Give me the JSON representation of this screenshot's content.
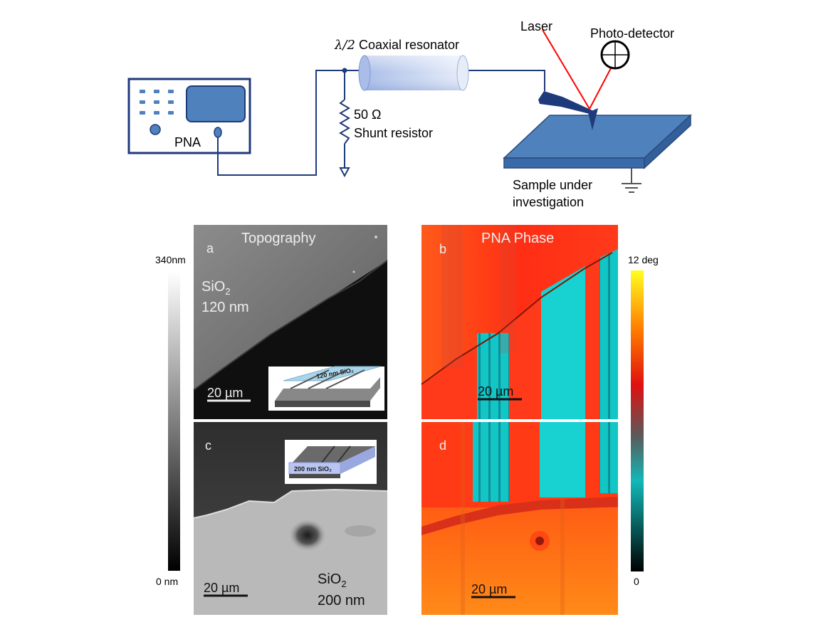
{
  "schematic": {
    "pna_label": "PNA",
    "resonator_prefix": "λ/2",
    "resonator_label": "Coaxial resonator",
    "resistor_value": "50 Ω",
    "resistor_label": "Shunt resistor",
    "laser_label": "Laser",
    "detector_label": "Photo-detector",
    "sample_line1": "Sample under",
    "sample_line2": "investigation"
  },
  "panels": {
    "topography_title": "Topography",
    "phase_title": "PNA Phase",
    "a": {
      "letter": "a",
      "material": "SiO",
      "subscript": "2",
      "thickness": "120 nm",
      "scalebar": "20 µm",
      "inset_label": "120 nm SiO₂"
    },
    "b": {
      "letter": "b",
      "scalebar": "20 µm"
    },
    "c": {
      "letter": "c",
      "material": "SiO",
      "subscript": "2",
      "thickness": "200 nm",
      "scalebar": "20 µm",
      "inset_label": "200 nm SiO₂"
    },
    "d": {
      "letter": "d",
      "scalebar": "20 µm"
    }
  },
  "colorbars": {
    "height": {
      "max_label": "340nm",
      "min_label": "0 nm"
    },
    "phase": {
      "max_label": "12 deg",
      "min_label": "0"
    }
  },
  "colors": {
    "line": "#1f3a7a",
    "laser": "#ff0000",
    "device_fill": "#4f81bd",
    "sample_top": "#4f81bd",
    "phase_red": "#ff2a10",
    "phase_cyan": "#14d8d8"
  }
}
